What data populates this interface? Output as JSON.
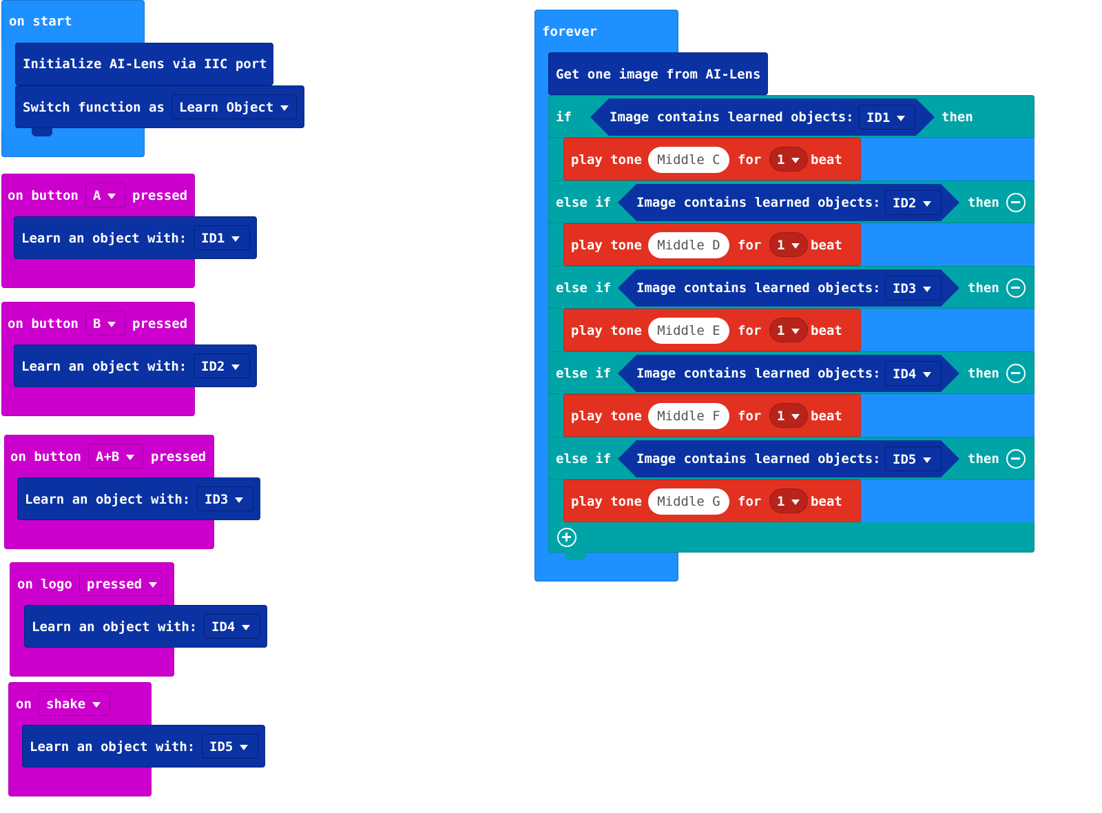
{
  "on_start": {
    "label": "on start",
    "init_label": "Initialize AI-Lens via IIC port",
    "switch_label": "Switch function as",
    "switch_value": "Learn Object"
  },
  "button_a": {
    "prefix": "on button",
    "button": "A",
    "suffix": "pressed",
    "learn_label": "Learn an object with:",
    "id": "ID1"
  },
  "button_b": {
    "prefix": "on button",
    "button": "B",
    "suffix": "pressed",
    "learn_label": "Learn an object with:",
    "id": "ID2"
  },
  "button_ab": {
    "prefix": "on button",
    "button": "A+B",
    "suffix": "pressed",
    "learn_label": "Learn an object with:",
    "id": "ID3"
  },
  "logo": {
    "prefix": "on",
    "middle": "logo",
    "action": "pressed",
    "learn_label": "Learn an object with:",
    "id": "ID4"
  },
  "shake": {
    "prefix": "on",
    "gesture": "shake",
    "learn_label": "Learn an object with:",
    "id": "ID5"
  },
  "forever": {
    "label": "forever",
    "get_image": "Get one image from AI-Lens",
    "if_kw": "if",
    "elseif_kw": "else if",
    "then_kw": "then",
    "condition_label": "Image contains learned objects:",
    "play_label": "play tone",
    "for_label": "for",
    "beat_label": "beat",
    "branches": [
      {
        "id": "ID1",
        "note": "Middle C",
        "beats": "1"
      },
      {
        "id": "ID2",
        "note": "Middle D",
        "beats": "1"
      },
      {
        "id": "ID3",
        "note": "Middle E",
        "beats": "1"
      },
      {
        "id": "ID4",
        "note": "Middle F",
        "beats": "1"
      },
      {
        "id": "ID5",
        "note": "Middle G",
        "beats": "1"
      }
    ]
  }
}
